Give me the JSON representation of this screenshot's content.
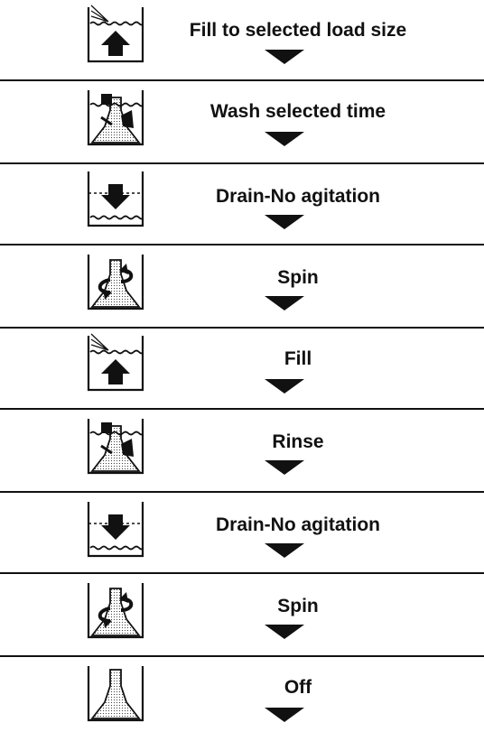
{
  "steps": [
    {
      "icon": "fill-icon",
      "label": "Fill to selected load size"
    },
    {
      "icon": "wash-icon",
      "label": "Wash selected time"
    },
    {
      "icon": "drain-icon",
      "label": "Drain-No agitation"
    },
    {
      "icon": "spin-icon",
      "label": "Spin"
    },
    {
      "icon": "fill-icon",
      "label": "Fill"
    },
    {
      "icon": "wash-icon",
      "label": "Rinse"
    },
    {
      "icon": "drain-icon",
      "label": "Drain-No agitation"
    },
    {
      "icon": "spin-icon",
      "label": "Spin"
    },
    {
      "icon": "off-icon",
      "label": "Off"
    }
  ]
}
